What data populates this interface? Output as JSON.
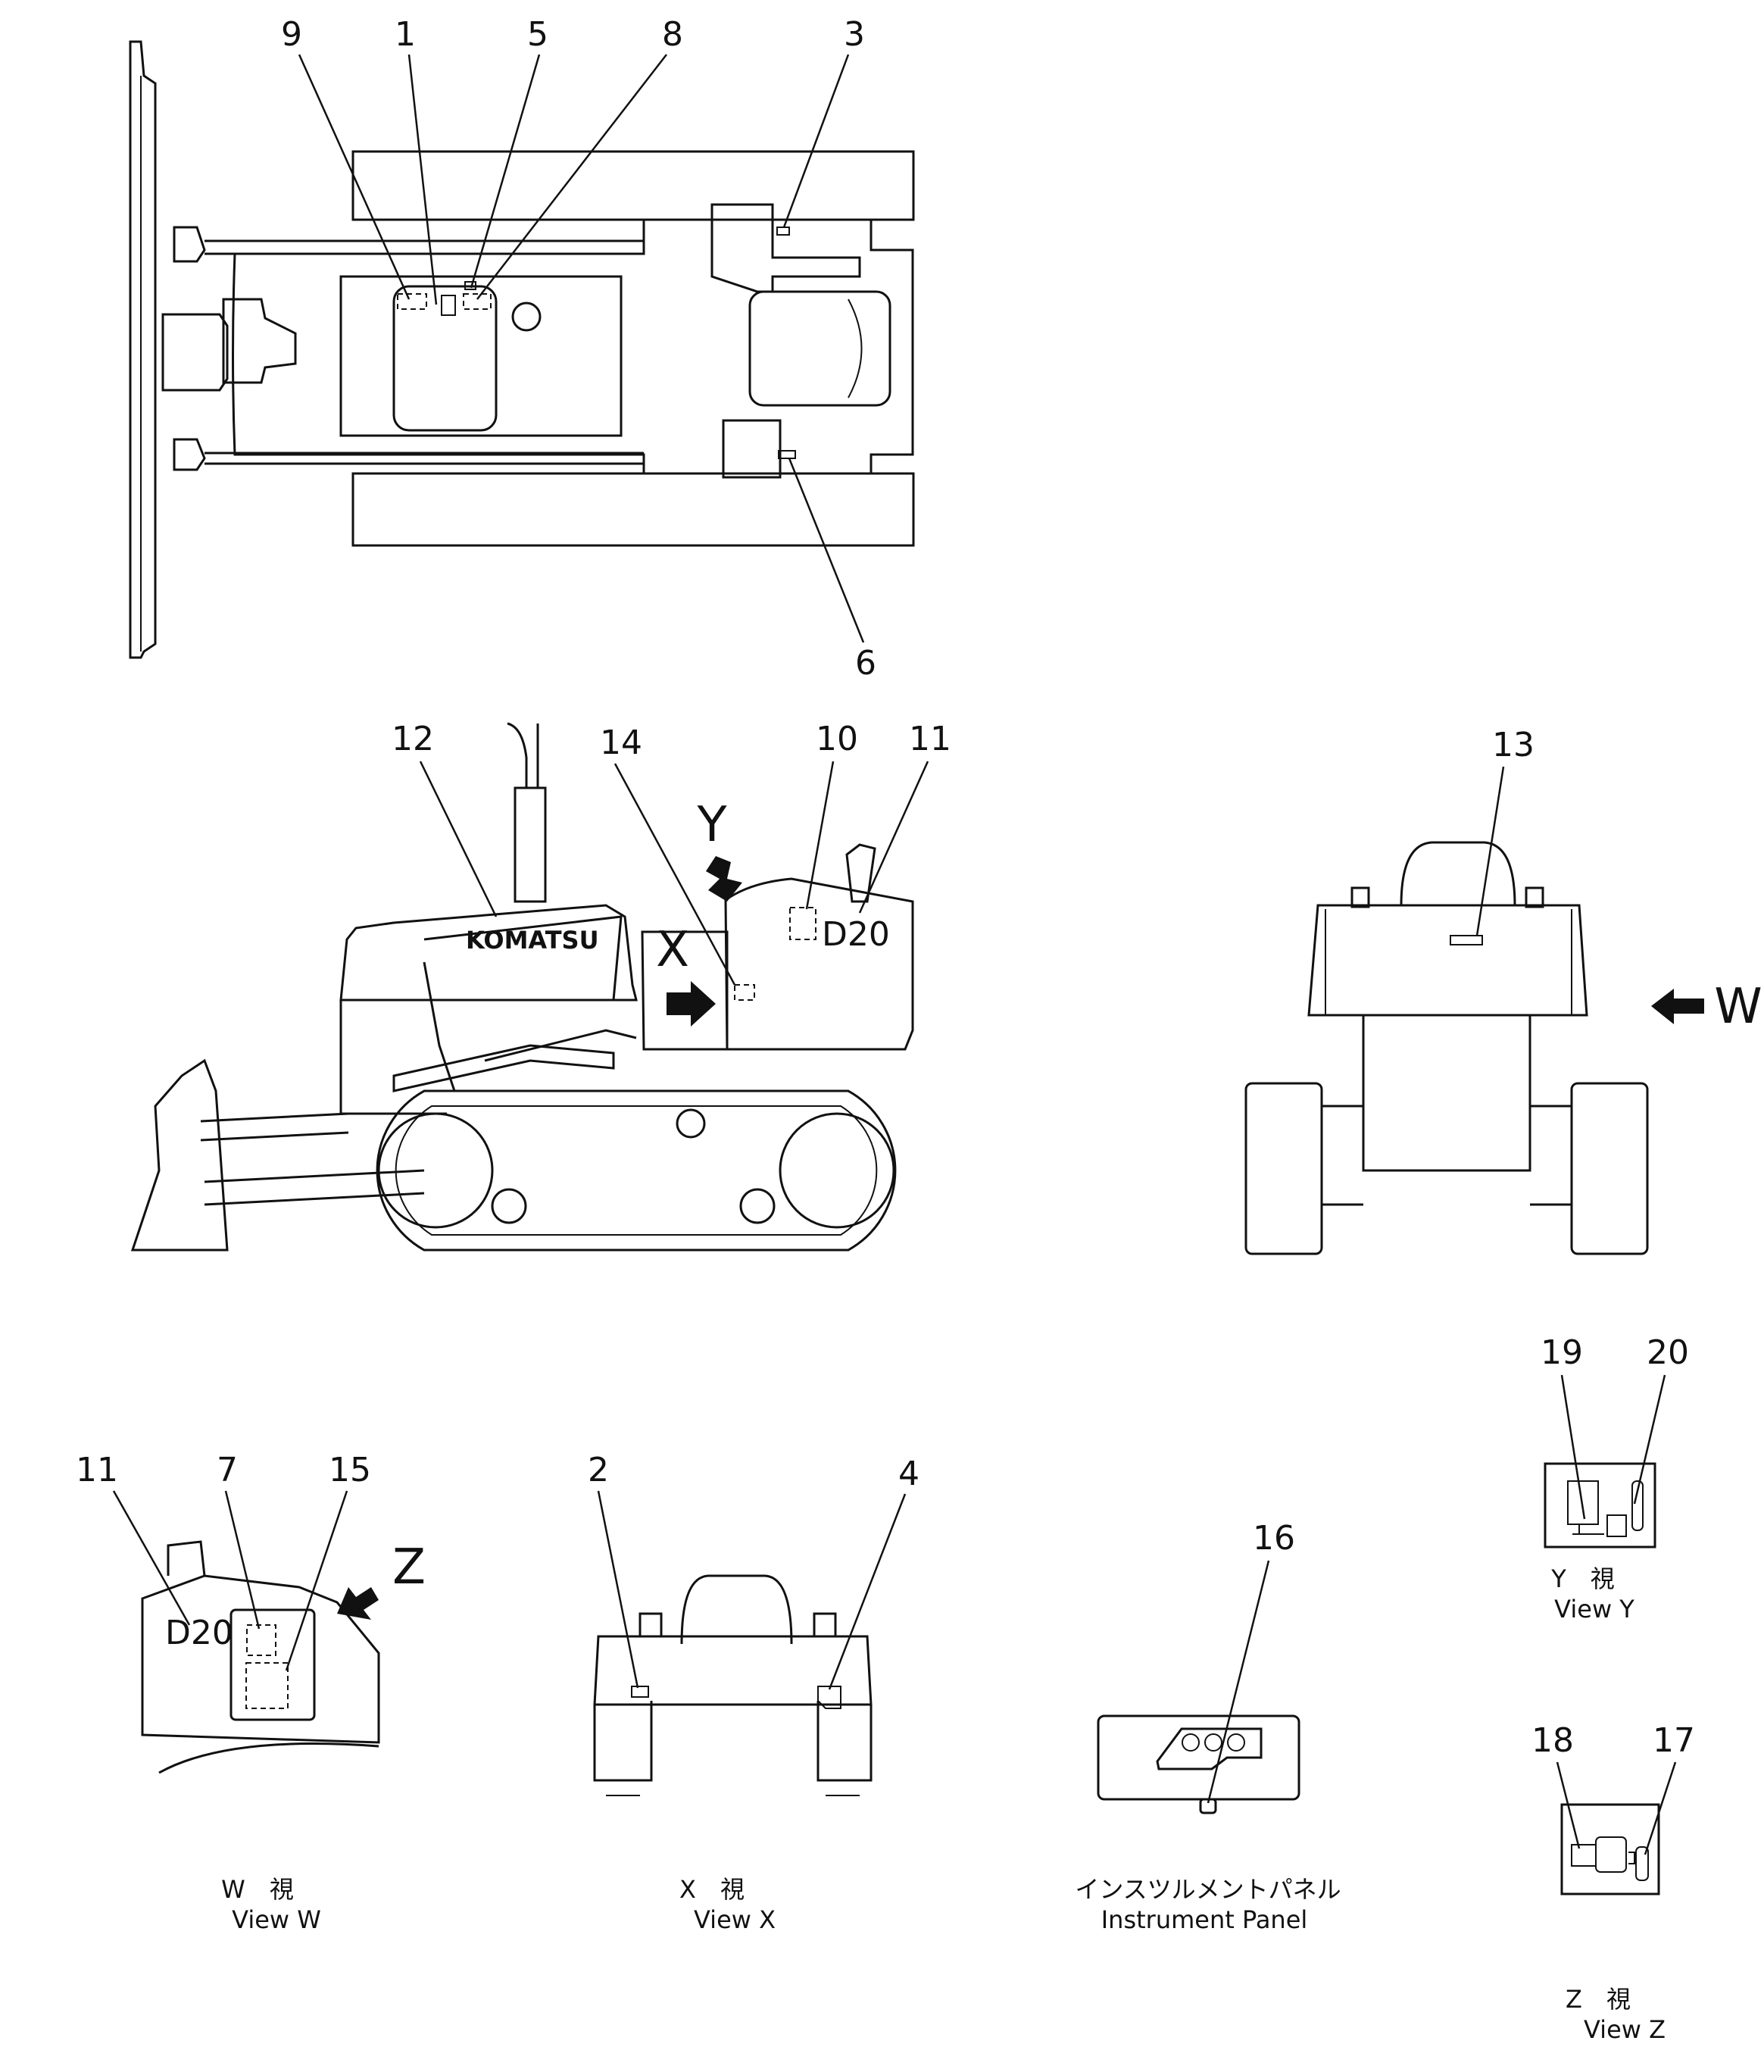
{
  "callouts": {
    "c1": "1",
    "c2": "2",
    "c3": "3",
    "c4": "4",
    "c5": "5",
    "c6": "6",
    "c7": "7",
    "c8": "8",
    "c9": "9",
    "c10": "10",
    "c11": "11",
    "c12": "12",
    "c13": "13",
    "c14": "14",
    "c15": "15",
    "c16": "16",
    "c17": "17",
    "c18": "18",
    "c19": "19",
    "c20": "20"
  },
  "view_letters": {
    "x": "X",
    "y": "Y",
    "w": "W",
    "z": "Z"
  },
  "model_plate": "D20",
  "model_plate_side": "D20",
  "hood_logo": "KOMATSU",
  "captions": {
    "view_w_jp": "W　視",
    "view_w_en": "View W",
    "view_x_jp": "X　視",
    "view_x_en": "View X",
    "view_y_jp": "Y　視",
    "view_y_en": "View Y",
    "view_z_jp": "Z　視",
    "view_z_en": "View Z",
    "panel_jp": "インスツルメントパネル",
    "panel_en": "Instrument Panel"
  }
}
